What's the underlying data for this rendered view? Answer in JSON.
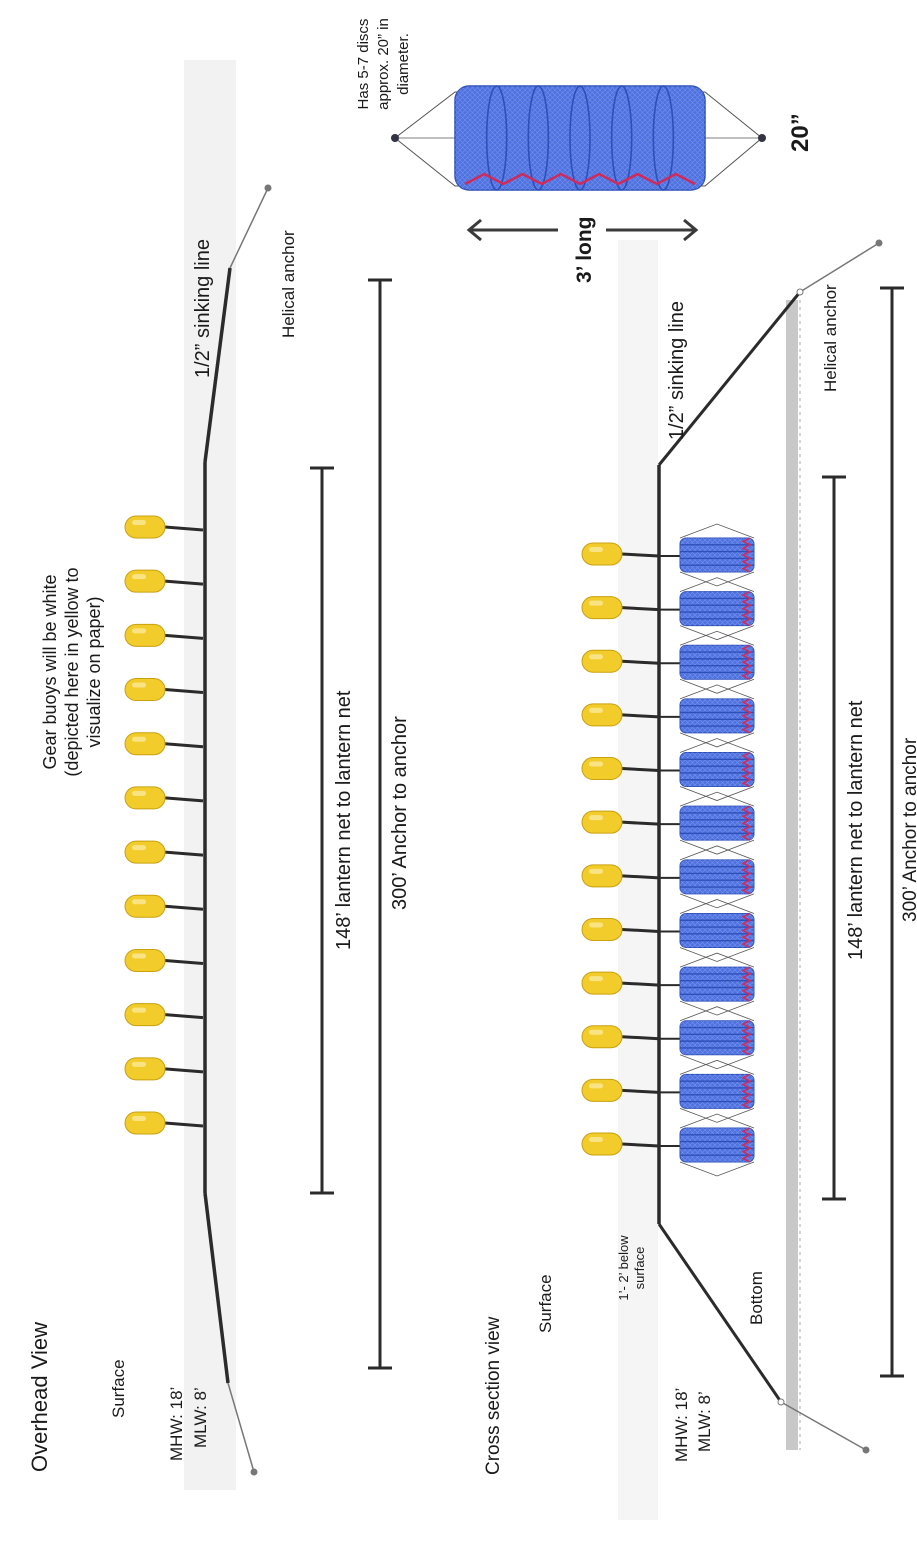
{
  "overhead": {
    "title": "Overhead View",
    "surface": "Surface",
    "mhw": "MHW: 18’",
    "mlw": "MLW: 8’",
    "sinking_line": "1/2” sinking line",
    "helical_anchor": "Helical anchor",
    "net_span": "148’ lantern net to lantern net",
    "anchor_span": "300’ Anchor to anchor",
    "note_line1": "Gear buoys will be white",
    "note_line2": "(depicted here in yellow to",
    "note_line3": "visualize on paper)",
    "buoy_count": 12
  },
  "cross_section": {
    "title": "Cross  section view",
    "surface": "Surface",
    "below_surface_line1": "1’- 2’ below",
    "below_surface_line2": "surface",
    "bottom": "Bottom",
    "mhw": "MHW: 18’",
    "mlw": "MLW: 8’",
    "sinking_line": "1/2” sinking line",
    "helical_anchor": "Helical anchor",
    "net_span": "148’ lantern net to lantern net",
    "anchor_span": "300’ Anchor to anchor",
    "buoy_count": 12,
    "net_count": 12
  },
  "lantern_net_detail": {
    "discs_line1": "Has 5-7 discs",
    "discs_line2": "approx. 20” in",
    "discs_line3": "diameter.",
    "diameter": "20”",
    "length": "3’ long"
  },
  "colors": {
    "buoy": "#f2cc2a",
    "buoy_stroke": "#c9a010",
    "net": "#4f72e0",
    "net_dark": "#2d4fb8",
    "net_red": "#d02a5a",
    "line": "#2b2b2b",
    "bottom_band": "#c8c8c8"
  }
}
